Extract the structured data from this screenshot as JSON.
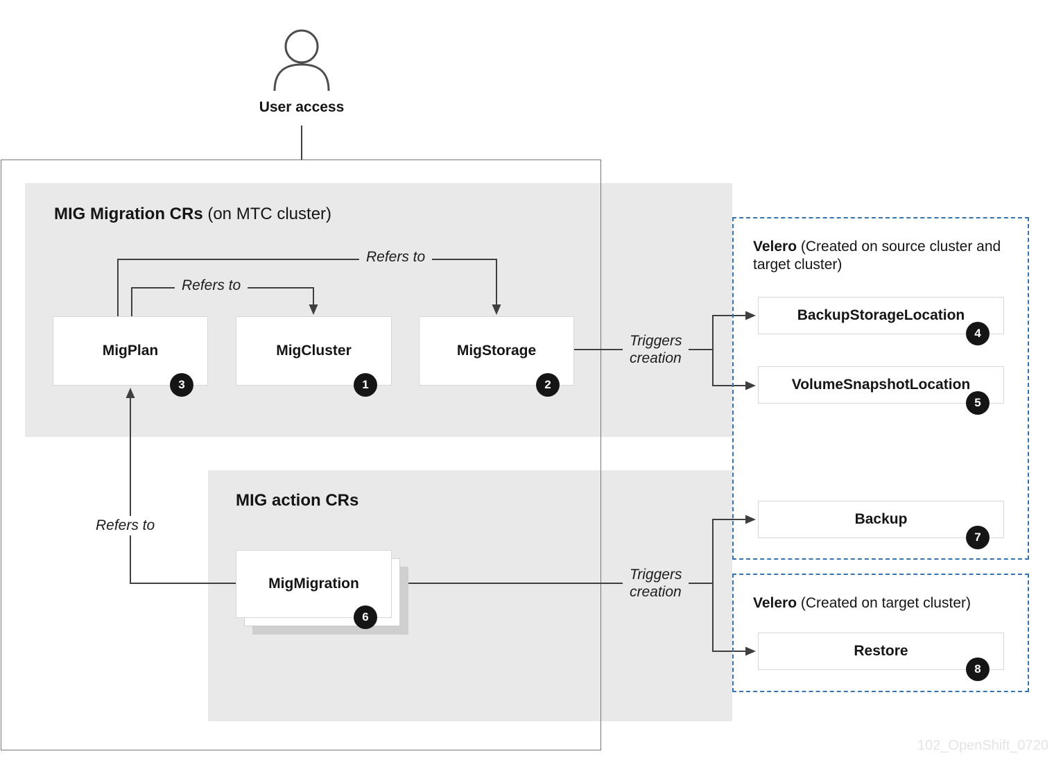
{
  "user": {
    "label": "User access"
  },
  "migration_crs": {
    "title_bold": "MIG Migration CRs",
    "title_rest": " (on MTC cluster)",
    "nodes": [
      {
        "label": "MigPlan",
        "badge": "3"
      },
      {
        "label": "MigCluster",
        "badge": "1"
      },
      {
        "label": "MigStorage",
        "badge": "2"
      }
    ]
  },
  "action_crs": {
    "title": "MIG action CRs",
    "node": {
      "label": "MigMigration",
      "badge": "6"
    }
  },
  "velero_source": {
    "title_bold": "Velero",
    "title_rest": " (Created on source cluster and target cluster)",
    "nodes": [
      {
        "label": "BackupStorageLocation",
        "badge": "4"
      },
      {
        "label": "VolumeSnapshotLocation",
        "badge": "5"
      },
      {
        "label": "Backup",
        "badge": "7"
      }
    ]
  },
  "velero_target": {
    "title_bold": "Velero",
    "title_rest": " (Created on target cluster)",
    "nodes": [
      {
        "label": "Restore",
        "badge": "8"
      }
    ]
  },
  "edge_labels": {
    "refers_to_cluster": "Refers to",
    "refers_to_storage": "Refers to",
    "refers_to_plan": "Refers to",
    "triggers_1_line1": "Triggers",
    "triggers_1_line2": "creation",
    "triggers_2_line1": "Triggers",
    "triggers_2_line2": "creation"
  },
  "watermark": "102_OpenShift_0720",
  "colors": {
    "band_gray": "#e9e9e9",
    "line": "#3f3f3f",
    "velero_dashed_blue": "#3673ac",
    "badge_bg": "#151515",
    "watermark_gray": "#e4e4e4"
  }
}
